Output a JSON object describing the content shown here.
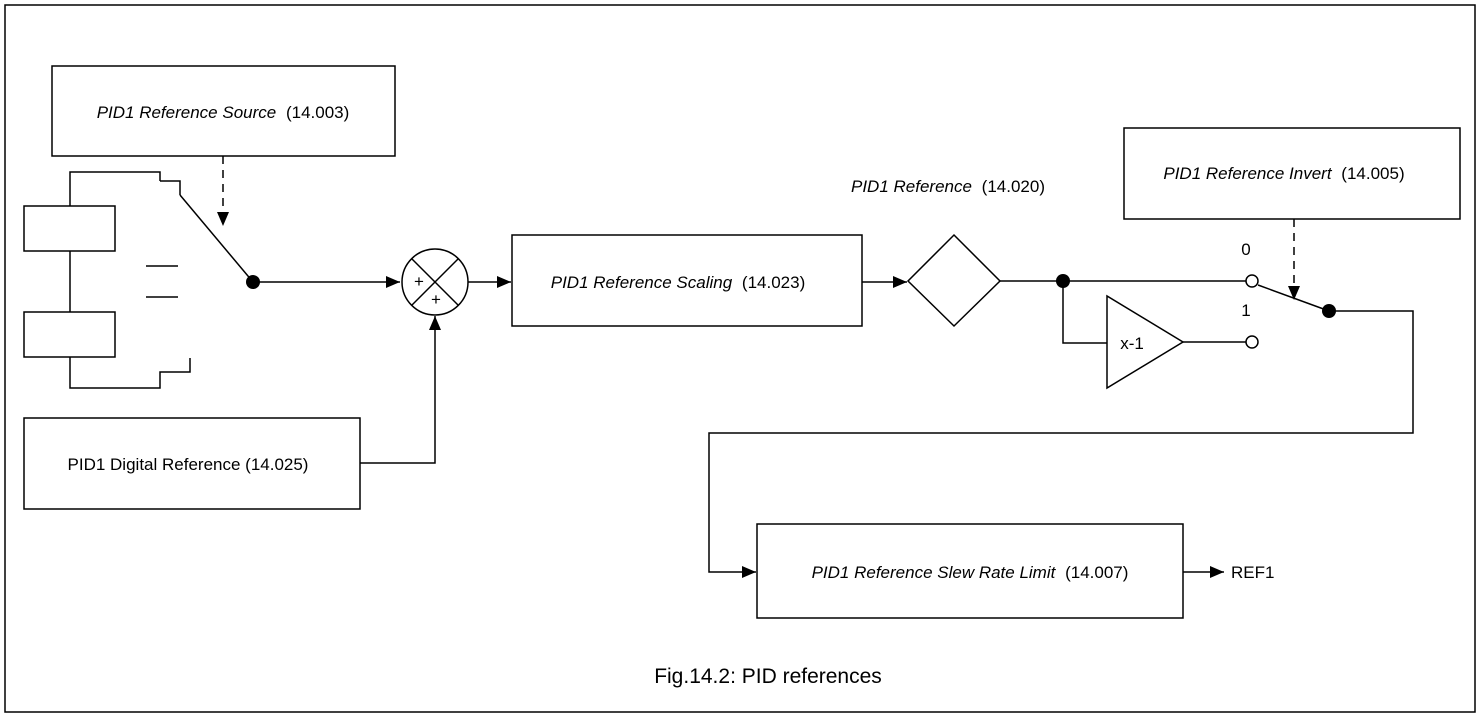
{
  "blocks": {
    "reference_source": {
      "name": "PID1 Reference Source",
      "param": "(14.003)"
    },
    "digital_reference": {
      "label": "PID1 Digital Reference (14.025)"
    },
    "reference_scaling": {
      "name": "PID1 Reference Scaling",
      "param": "(14.023)"
    },
    "reference_invert": {
      "name": "PID1 Reference Invert",
      "param": "(14.005)"
    },
    "slew_rate_limit": {
      "name": "PID1 Reference Slew Rate Limit",
      "param": "(14.007)"
    },
    "inverter": {
      "label": "x-1"
    }
  },
  "nodes": {
    "reference": {
      "name": "PID1 Reference",
      "param": "(14.020)"
    }
  },
  "summing_junction": {
    "sign_top": "+",
    "sign_bottom": "+"
  },
  "invert_switch": {
    "pole_0": "0",
    "pole_1": "1"
  },
  "output": {
    "label": "REF1"
  },
  "caption": "Fig.14.2: PID references"
}
